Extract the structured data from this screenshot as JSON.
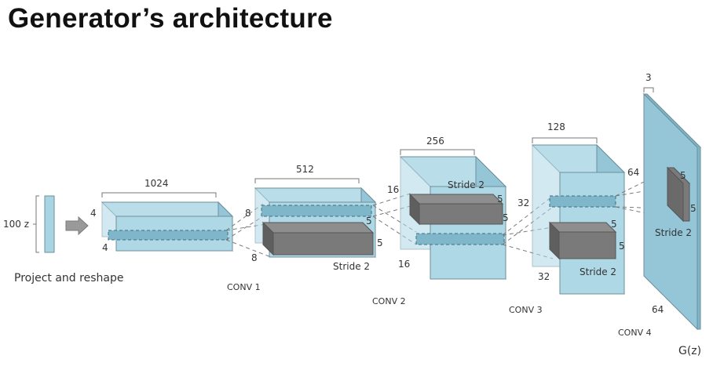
{
  "title": "Generator’s architecture",
  "input": {
    "label": "100 z",
    "caption": "Project and reshape"
  },
  "block0": {
    "width_label": "1024",
    "h_top": "4",
    "h_bottom": "4"
  },
  "conv1": {
    "name": "CONV 1",
    "width_label": "512",
    "h_top": "8",
    "h_bottom": "8",
    "k1": "5",
    "k2": "5",
    "stride": "Stride 2"
  },
  "conv2": {
    "name": "CONV 2",
    "width_label": "256",
    "h_top": "16",
    "h_bottom": "16",
    "k1": "5",
    "k2": "5",
    "stride": "Stride 2"
  },
  "conv3": {
    "name": "CONV 3",
    "width_label": "128",
    "h_top": "32",
    "h_bottom": "32",
    "k1": "5",
    "k2": "5",
    "stride": "Stride 2"
  },
  "conv4": {
    "name": "CONV 4",
    "width_label": "3",
    "h_top": "64",
    "h_bottom": "64",
    "k1": "5",
    "k2": "5",
    "stride": "Stride 2"
  },
  "output": {
    "label": "G(z)"
  },
  "colors": {
    "block_front": "#aed8e6",
    "block_top": "#c7e6f0",
    "block_side": "#94c6d8",
    "kernel": "#6f6f6f"
  }
}
